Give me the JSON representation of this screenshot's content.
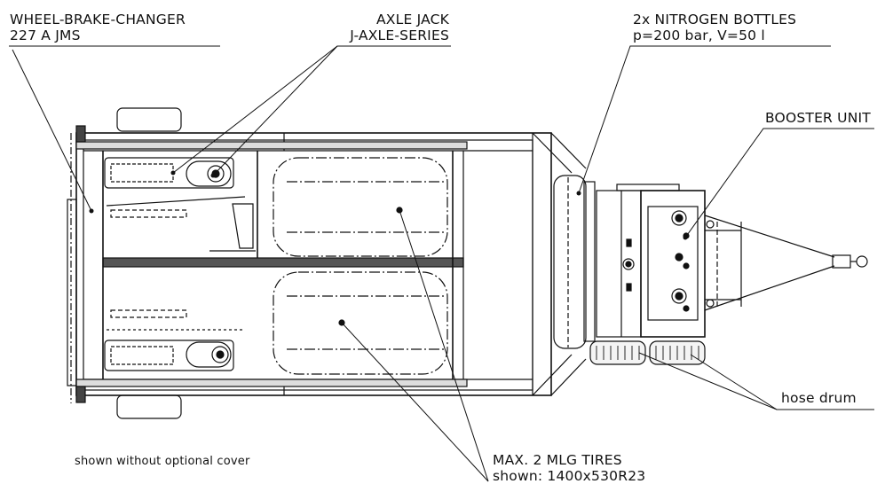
{
  "labels": {
    "wheel_brake_changer": {
      "line1": "WHEEL-BRAKE-CHANGER",
      "line2": "227 A JMS"
    },
    "axle_jack": {
      "line1": "AXLE JACK",
      "line2": "J-AXLE-SERIES"
    },
    "nitrogen_bottles": {
      "line1": "2x NITROGEN BOTTLES",
      "line2": "p=200 bar, V=50 l"
    },
    "booster_unit": {
      "line1": "BOOSTER UNIT"
    },
    "hose_drum": {
      "line1": "hose drum"
    },
    "mlg_tires": {
      "line1": "MAX. 2 MLG TIRES",
      "line2": "shown: 1400x530R23"
    },
    "cover_note": {
      "line1": "shown without optional cover"
    }
  },
  "colors": {
    "line": "#111111",
    "background": "#ffffff",
    "fill_light": "#f4f4f4",
    "fill_dark": "#444444"
  }
}
